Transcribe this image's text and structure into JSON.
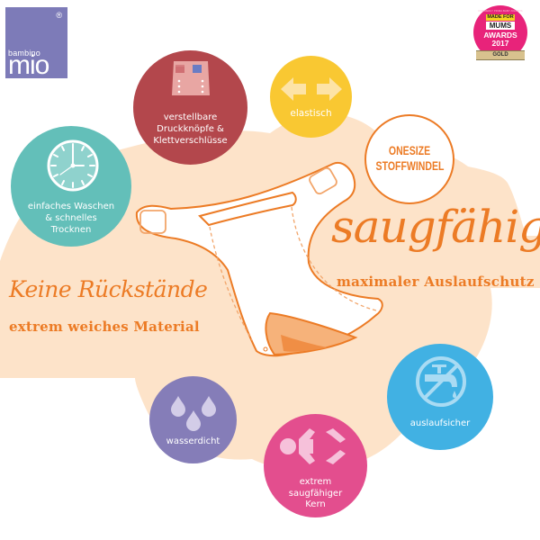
{
  "brand": {
    "logo_small": "bambino",
    "logo_big": "mio",
    "registered": "®",
    "color": "#7d7bb8"
  },
  "award": {
    "arc_text": "FORMERLY PRIMA BABY AWARDS",
    "line1": "MADE FOR",
    "line2": "MUMS",
    "line3": "AWARDS",
    "year": "2017",
    "ribbon": "GOLD",
    "color": "#e8237a"
  },
  "features": [
    {
      "id": "adjustable",
      "label_lines": [
        "verstellbare",
        "Druckknöpfe &",
        "Klettverschlüsse"
      ],
      "icon": "diaper-icon",
      "color": "#b3474c"
    },
    {
      "id": "elastic",
      "label_lines": [
        "elastisch"
      ],
      "icon": "double-arrow-icon",
      "color": "#f9c832"
    },
    {
      "id": "wash",
      "label_lines": [
        "einfaches Waschen",
        "& schnelles",
        "Trocknen"
      ],
      "icon": "clock-icon",
      "color": "#63bfb9"
    },
    {
      "id": "onesize",
      "label_lines": [
        "ONESIZE",
        "STOFFWINDEL"
      ],
      "icon": null,
      "color": "#ec7b25"
    },
    {
      "id": "waterproof",
      "label_lines": [
        "wasserdicht"
      ],
      "icon": "drops-icon",
      "color": "#857db8"
    },
    {
      "id": "core",
      "label_lines": [
        "extrem",
        "saugfähiger",
        "Kern"
      ],
      "icon": "baby-diaper-icon",
      "color": "#e34e8e"
    },
    {
      "id": "leakproof",
      "label_lines": [
        "auslaufsicher"
      ],
      "icon": "no-tap-icon",
      "color": "#41b1e3"
    }
  ],
  "headlines": {
    "right_title": "saugfähig",
    "right_sub": "maximaler Auslaufschutz",
    "left_title": "Keine Rückstände",
    "left_sub": "extrem weiches Material"
  },
  "colors": {
    "accent_orange": "#ec7b25",
    "peach_background": "#fde3c9"
  }
}
